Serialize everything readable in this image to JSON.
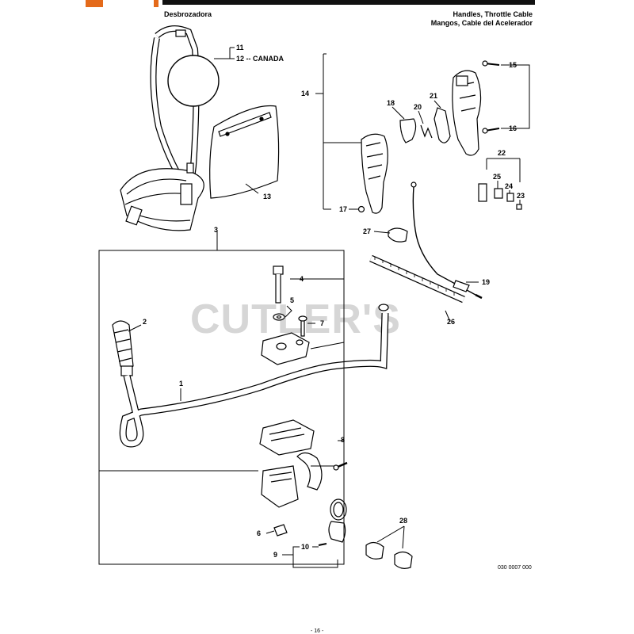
{
  "header": {
    "left_title": "Desbrozadora",
    "right_title_en": "Handles, Throttle Cable",
    "right_title_es": "Mangos, Cable del Acelerador"
  },
  "watermark": "CUTLER'S",
  "footer": {
    "page": "- 16 -"
  },
  "doc_code": "030 0007 000",
  "callouts": {
    "c1": "1",
    "c2": "2",
    "c3": "3",
    "c4": "4",
    "c5": "5",
    "c6": "6",
    "c7": "7",
    "c8": "8",
    "c9": "9",
    "c10": "10",
    "c11": "11",
    "c12": "12 -- CANADA",
    "c13": "13",
    "c14": "14",
    "c15": "15",
    "c16": "16",
    "c17": "17",
    "c18": "18",
    "c19": "19",
    "c20": "20",
    "c21": "21",
    "c22": "22",
    "c23": "23",
    "c24": "24",
    "c25": "25",
    "c26": "26",
    "c27": "27",
    "c28": "28"
  },
  "colors": {
    "accent": "#e46a1a",
    "ink": "#000000",
    "watermark": "#d6d6d6"
  }
}
